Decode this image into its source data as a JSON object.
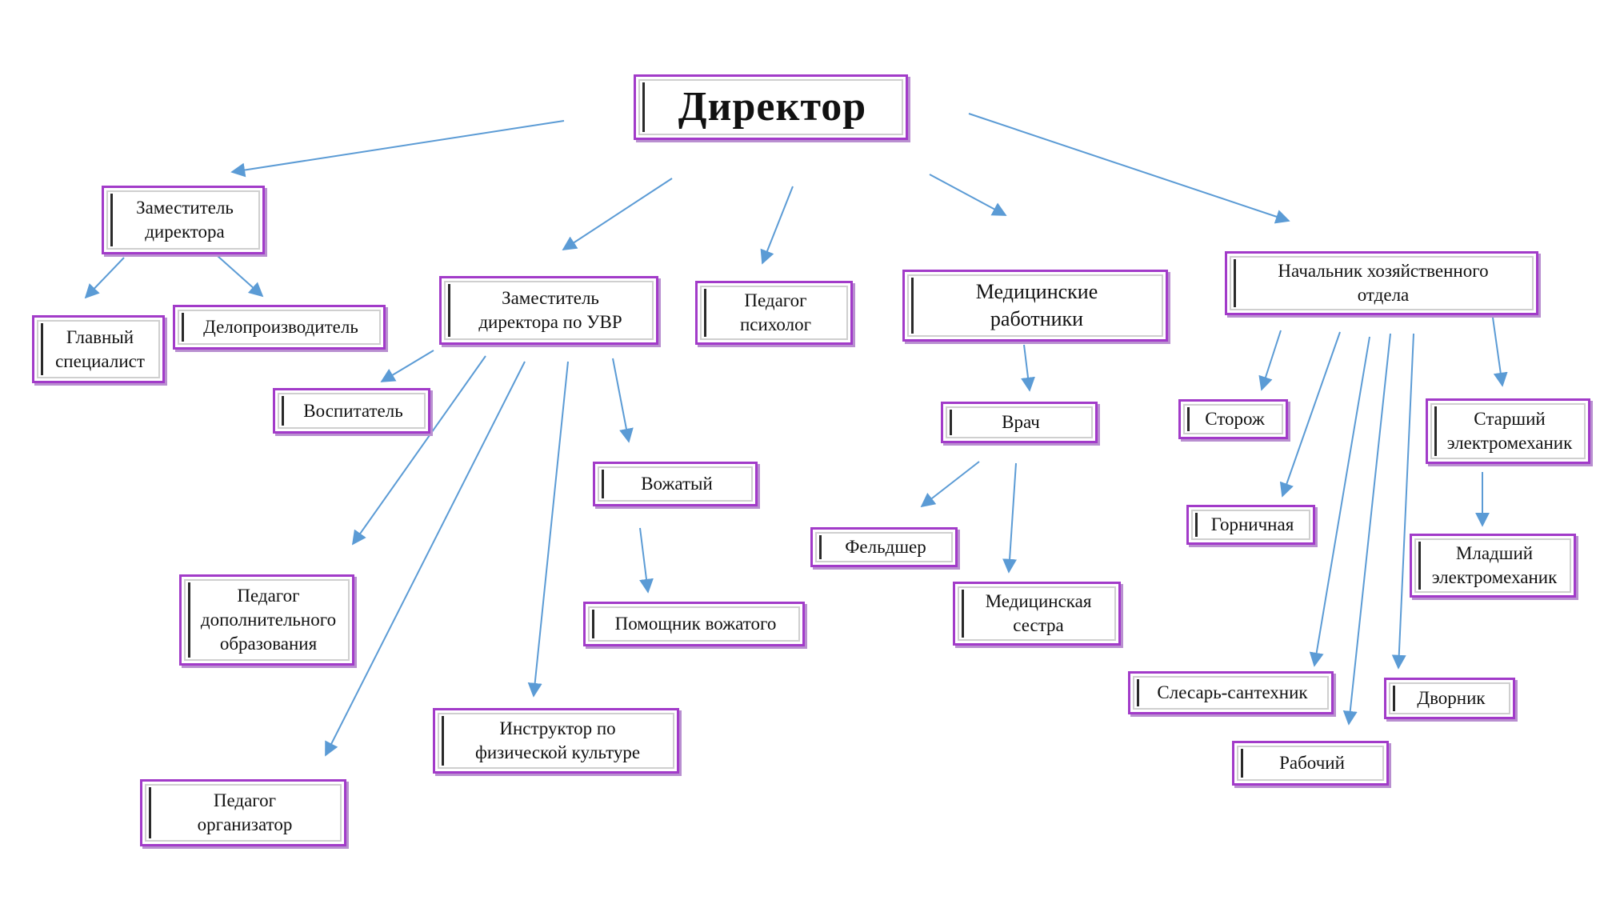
{
  "colors": {
    "border": "#a23bc9",
    "arrow": "#5b9bd5",
    "text": "#111111"
  },
  "nodes": {
    "director": "Директор",
    "deputy": "Заместитель\nдиректора",
    "chief_specialist": "Главный\nспециалист",
    "clerk": "Делопроизводитель",
    "deputy_uvr": "Заместитель\nдиректора по УВР",
    "educator": "Воспитатель",
    "additional_ed_teacher": "Педагог\nдополнительного\nобразования",
    "teacher_organizer": "Педагог\nорганизатор",
    "pe_instructor": "Инструктор по\nфизической культуре",
    "counselor": "Вожатый",
    "counselor_assistant": "Помощник вожатого",
    "psychologist": "Педагог\nпсихолог",
    "medical_staff": "Медицинские\nработники",
    "doctor": "Врач",
    "paramedic": "Фельдшер",
    "nurse": "Медицинская\nсестра",
    "facilities_head": "Начальник хозяйственного\nотдела",
    "watchman": "Сторож",
    "maid": "Горничная",
    "plumber": "Слесарь-сантехник",
    "worker": "Рабочий",
    "janitor": "Дворник",
    "senior_electrician": "Старший\nэлектромеханик",
    "junior_electrician": "Младший\nэлектромеханик"
  },
  "links": [
    [
      "director",
      "deputy"
    ],
    [
      "director",
      "deputy_uvr"
    ],
    [
      "director",
      "psychologist"
    ],
    [
      "director",
      "medical_staff"
    ],
    [
      "director",
      "facilities_head"
    ],
    [
      "deputy",
      "chief_specialist"
    ],
    [
      "deputy",
      "clerk"
    ],
    [
      "deputy_uvr",
      "educator"
    ],
    [
      "deputy_uvr",
      "additional_ed_teacher"
    ],
    [
      "deputy_uvr",
      "teacher_organizer"
    ],
    [
      "deputy_uvr",
      "pe_instructor"
    ],
    [
      "deputy_uvr",
      "counselor"
    ],
    [
      "counselor",
      "counselor_assistant"
    ],
    [
      "medical_staff",
      "doctor"
    ],
    [
      "doctor",
      "paramedic"
    ],
    [
      "doctor",
      "nurse"
    ],
    [
      "facilities_head",
      "watchman"
    ],
    [
      "facilities_head",
      "maid"
    ],
    [
      "facilities_head",
      "plumber"
    ],
    [
      "facilities_head",
      "worker"
    ],
    [
      "facilities_head",
      "janitor"
    ],
    [
      "facilities_head",
      "senior_electrician"
    ],
    [
      "senior_electrician",
      "junior_electrician"
    ]
  ]
}
